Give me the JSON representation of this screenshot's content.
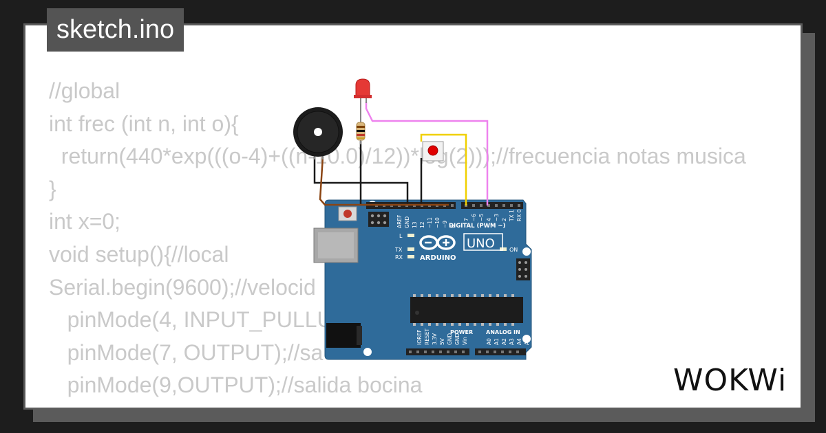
{
  "file_tab": {
    "name": "sketch.ino"
  },
  "code_lines": [
    "//global",
    "int frec (int n, int o){",
    "  return(440*exp(((o-4)+((n-10.0)/12))*log(2)));//frecuencia notas musica",
    "}",
    "int x=0;",
    "void setup(){//local",
    "Serial.begin(9600);//velocid",
    "   pinMode(4, INPUT_PULLU",
    "   pinMode(7, OUTPUT);//sa",
    "   pinMode(9,OUTPUT);//salida bocina"
  ],
  "board": {
    "brand": "ARDUINO",
    "model": "UNO",
    "digital_label": "DIGITAL (PWM ~)",
    "power_label": "POWER",
    "analog_label": "ANALOG IN",
    "on_label": "ON",
    "l_label": "L",
    "tx_label": "TX",
    "rx_label": "RX",
    "top_pins": [
      "AREF",
      "GND",
      "13",
      "12",
      "~11",
      "~10",
      "~9",
      "8",
      "7",
      "~6",
      "~5",
      "4",
      "~3",
      "2",
      "TX 1",
      "RX 0"
    ],
    "bottom_pins": [
      "IOREF",
      "RESET",
      "3.3V",
      "5V",
      "GND",
      "GND",
      "Vin",
      "A0",
      "A1",
      "A2",
      "A3",
      "A4",
      "A5"
    ]
  },
  "colors": {
    "board": "#2f6b9a",
    "wire_pink": "#ee82ee",
    "wire_yellow": "#f0d000",
    "wire_black": "#1a1a1a",
    "wire_brown": "#8b4513",
    "led": "#e53935",
    "button_cap": "#e00000"
  },
  "logo": {
    "text": "WOKWi"
  }
}
